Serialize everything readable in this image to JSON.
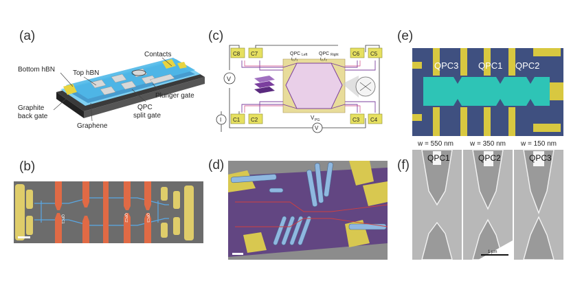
{
  "labels": {
    "a": "(a)",
    "b": "(b)",
    "c": "(c)",
    "d": "(d)",
    "e": "(e)",
    "f": "(f)"
  },
  "panel_a": {
    "top_hbn": "Top hBN",
    "bottom_hbn": "Bottom hBN",
    "contacts": "Contacts",
    "plunger_gate": "Plunger gate",
    "graphite_line1": "Graphite",
    "graphite_line2": "back gate",
    "qpc_line1": "QPC",
    "qpc_line2": "split gate",
    "graphene": "Graphene"
  },
  "panel_b": {
    "qpc_marks": [
      "QPC1",
      "QPC2",
      "QPC3"
    ]
  },
  "panel_c": {
    "contacts_top": [
      "C8",
      "C7",
      "C6",
      "C5"
    ],
    "contacts_bottom": [
      "C1",
      "C2",
      "C3",
      "C4"
    ],
    "qpc_left": "QPC",
    "qpc_left_sub": "Left",
    "qpc_left_t": "t₁,r₁",
    "qpc_right": "QPC",
    "qpc_right_sub": "Right",
    "qpc_right_t": "t₂,r₂",
    "vpg": "V",
    "vpg_sub": "PG",
    "meter_v": "V",
    "meter_i": "I"
  },
  "panel_e": {
    "qpcs": [
      "QPC3",
      "QPC1",
      "QPC2"
    ]
  },
  "panel_f": {
    "widths": [
      "w = 550 nm",
      "w = 350 nm",
      "w = 150 nm"
    ],
    "qpcs": [
      "QPC1",
      "QPC2",
      "QPC3"
    ],
    "scale": "1 µm"
  },
  "colors": {
    "hbn": "#4fb8e8",
    "gold": "#e8d440",
    "red_gate": "#e06040",
    "purple": "#7b3f9e",
    "teal": "#2ec4b6"
  }
}
